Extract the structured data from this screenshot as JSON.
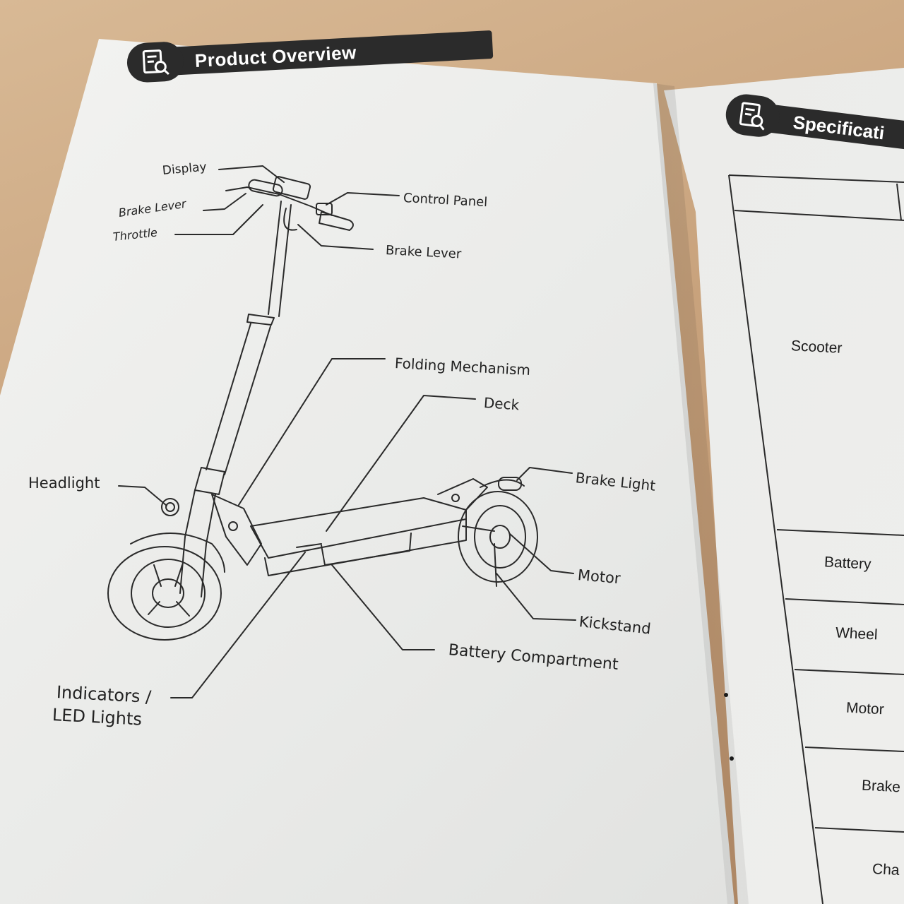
{
  "left_page": {
    "header": {
      "title": "Product Overview",
      "icon": "manual-search-icon"
    },
    "callouts": {
      "display": "Display",
      "brake_lever_left": "Brake Lever",
      "throttle": "Throttle",
      "control_panel": "Control Panel",
      "brake_lever_right": "Brake Lever",
      "folding_mechanism": "Folding Mechanism",
      "deck": "Deck",
      "headlight": "Headlight",
      "brake_light": "Brake Light",
      "motor": "Motor",
      "kickstand": "Kickstand",
      "battery_compartment": "Battery Compartment",
      "indicators_line1": "Indicators /",
      "indicators_line2": "LED Lights"
    }
  },
  "right_page": {
    "header": {
      "title": "Specificati",
      "icon": "manual-search-icon"
    },
    "spec_rows": [
      "Scooter",
      "Battery",
      "Wheel",
      "Motor",
      "Brake",
      "Cha"
    ]
  }
}
